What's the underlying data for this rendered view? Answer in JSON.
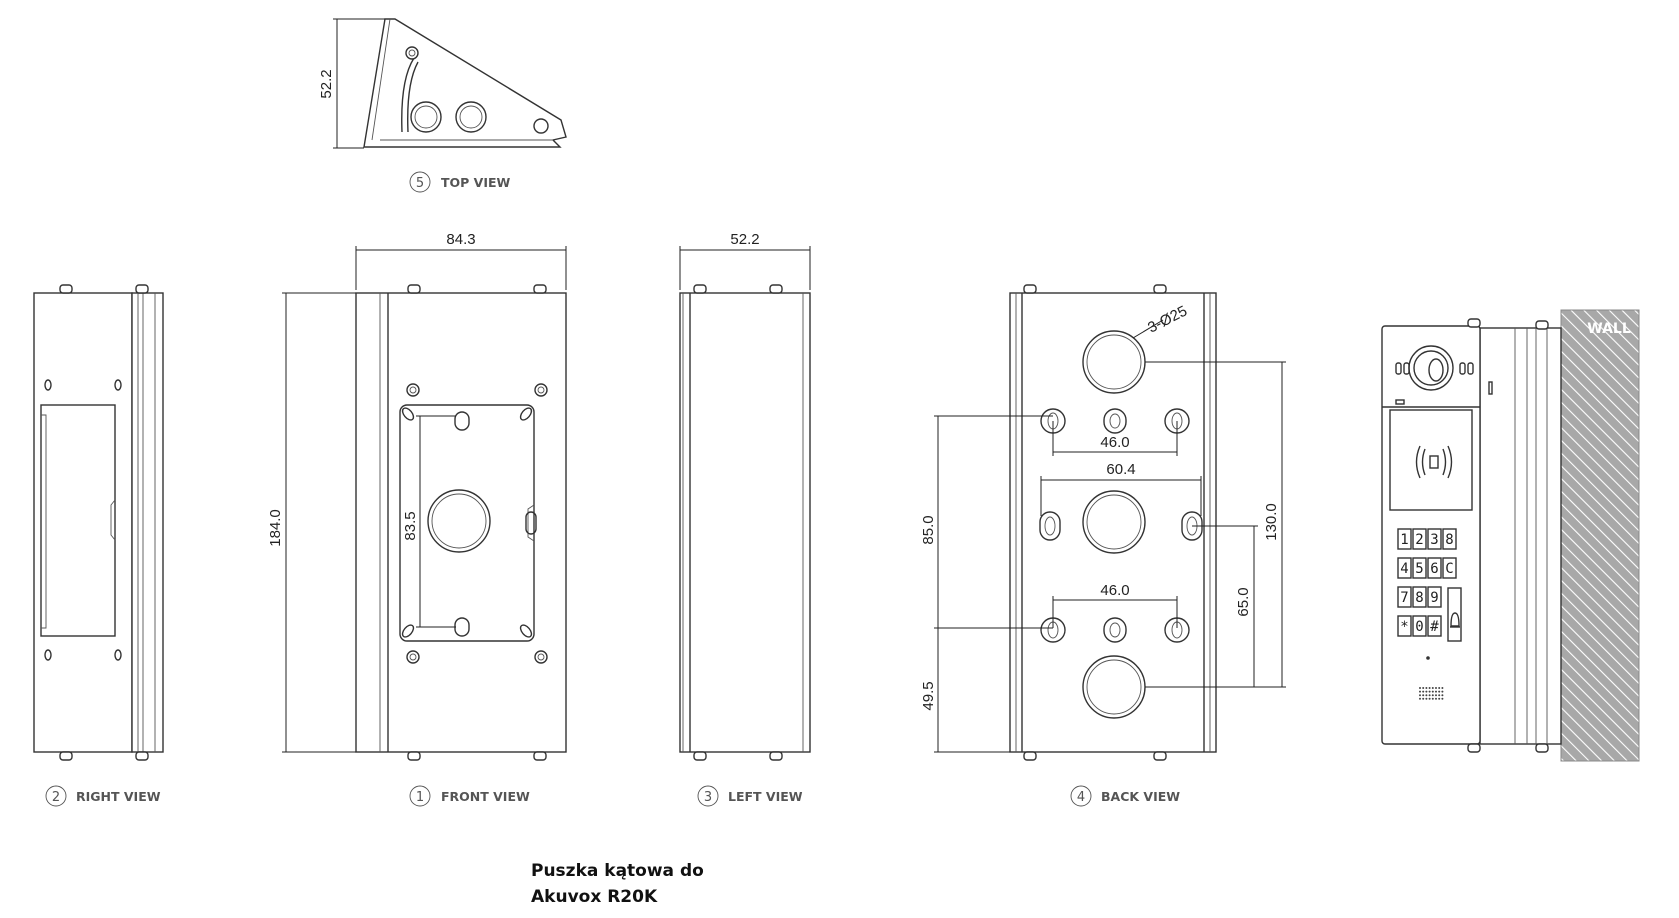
{
  "views": {
    "top": {
      "number": "5",
      "title": "TOP VIEW"
    },
    "right": {
      "number": "2",
      "title": "RIGHT VIEW"
    },
    "front": {
      "number": "1",
      "title": "FRONT VIEW"
    },
    "left": {
      "number": "3",
      "title": "LEFT VIEW"
    },
    "back": {
      "number": "4",
      "title": "BACK VIEW"
    }
  },
  "dimensions": {
    "top_height": "52.2",
    "front_width": "84.3",
    "front_height": "184.0",
    "front_inner": "83.5",
    "left_width": "52.2",
    "back_holes": "3-Ø25",
    "back_span_top": "46.0",
    "back_span_mid": "60.4",
    "back_span_bottom": "46.0",
    "back_85": "85.0",
    "back_49": "49.5",
    "back_130": "130.0",
    "back_65": "65.0"
  },
  "wall_label": "WALL",
  "keypad": [
    "1",
    "2",
    "3",
    "8",
    "4",
    "5",
    "6",
    "C",
    "7",
    "8",
    "9",
    "",
    "*",
    "0",
    "#",
    ""
  ],
  "caption": {
    "line1": "Puszka kątowa do",
    "line2": "Akuvox R20K"
  }
}
